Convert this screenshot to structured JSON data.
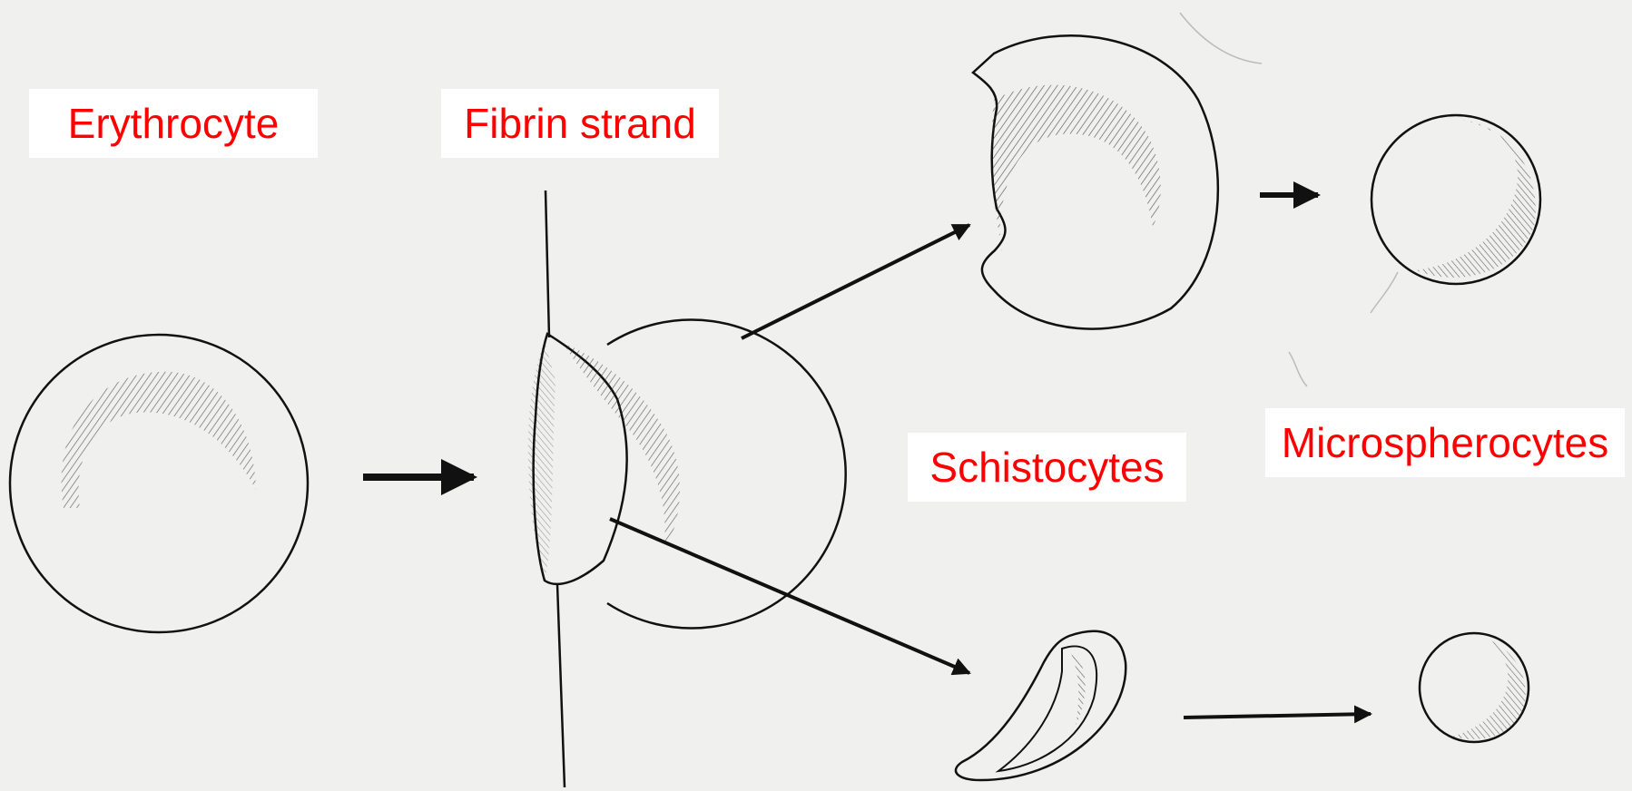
{
  "labels": {
    "erythrocyte": "Erythrocyte",
    "fibrin_strand": "Fibrin strand",
    "schistocytes": "Schistocytes",
    "microspherocytes": "Microspherocytes"
  },
  "colors": {
    "background": "#f0f0ef",
    "label_text": "#ff0000",
    "label_bg": "#ffffff",
    "line": "#111111"
  }
}
